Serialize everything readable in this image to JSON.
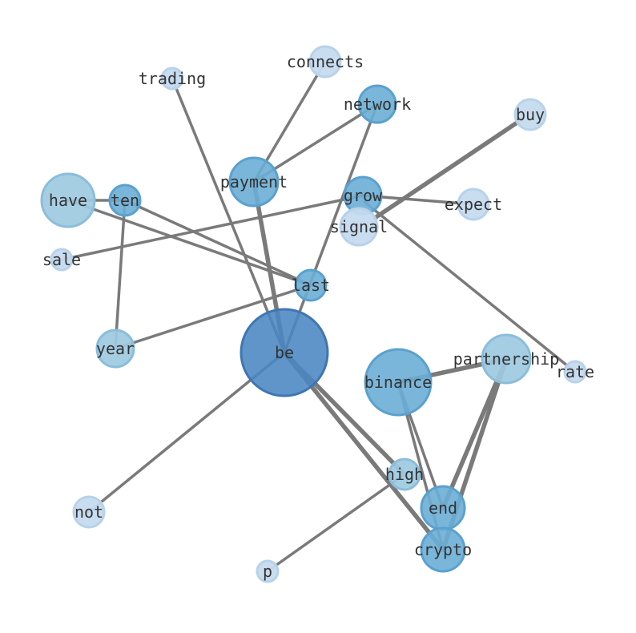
{
  "colors": {
    "edge": "#7a7a7a",
    "label": "#333333",
    "level1": "#c6dbef",
    "level2": "#9ecae1",
    "level3": "#6baed6",
    "level4": "#4a86c2"
  },
  "nodes": [
    {
      "id": "be",
      "label": "be",
      "weight": 4
    },
    {
      "id": "binance",
      "label": "binance",
      "weight": 3
    },
    {
      "id": "payment",
      "label": "payment",
      "weight": 3
    },
    {
      "id": "have",
      "label": "have",
      "weight": 2
    },
    {
      "id": "partnership",
      "label": "partnership",
      "weight": 2
    },
    {
      "id": "end",
      "label": "end",
      "weight": 3
    },
    {
      "id": "crypto",
      "label": "crypto",
      "weight": 3
    },
    {
      "id": "network",
      "label": "network",
      "weight": 3
    },
    {
      "id": "grow",
      "label": "grow",
      "weight": 3
    },
    {
      "id": "signal",
      "label": "signal",
      "weight": 1
    },
    {
      "id": "year",
      "label": "year",
      "weight": 2
    },
    {
      "id": "ten",
      "label": "ten",
      "weight": 3
    },
    {
      "id": "last",
      "label": "last",
      "weight": 3
    },
    {
      "id": "high",
      "label": "high",
      "weight": 2
    },
    {
      "id": "connects",
      "label": "connects",
      "weight": 1
    },
    {
      "id": "buy",
      "label": "buy",
      "weight": 1
    },
    {
      "id": "expect",
      "label": "expect",
      "weight": 1
    },
    {
      "id": "not",
      "label": "not",
      "weight": 1
    },
    {
      "id": "trading",
      "label": "trading",
      "weight": 1
    },
    {
      "id": "sale",
      "label": "sale",
      "weight": 1
    },
    {
      "id": "rate",
      "label": "rate",
      "weight": 1
    },
    {
      "id": "p",
      "label": "p",
      "weight": 1
    }
  ],
  "edges": [
    {
      "source": "be",
      "target": "trading",
      "weight": 1
    },
    {
      "source": "be",
      "target": "payment",
      "weight": 2
    },
    {
      "source": "be",
      "target": "network",
      "weight": 1
    },
    {
      "source": "be",
      "target": "not",
      "weight": 1
    },
    {
      "source": "be",
      "target": "high",
      "weight": 2
    },
    {
      "source": "be",
      "target": "crypto",
      "weight": 2
    },
    {
      "source": "payment",
      "target": "connects",
      "weight": 1
    },
    {
      "source": "payment",
      "target": "network",
      "weight": 1
    },
    {
      "source": "have",
      "target": "ten",
      "weight": 1
    },
    {
      "source": "have",
      "target": "last",
      "weight": 1
    },
    {
      "source": "ten",
      "target": "last",
      "weight": 1
    },
    {
      "source": "ten",
      "target": "year",
      "weight": 1
    },
    {
      "source": "year",
      "target": "last",
      "weight": 1
    },
    {
      "source": "grow",
      "target": "sale",
      "weight": 1
    },
    {
      "source": "grow",
      "target": "expect",
      "weight": 1
    },
    {
      "source": "grow",
      "target": "rate",
      "weight": 1
    },
    {
      "source": "signal",
      "target": "buy",
      "weight": 2
    },
    {
      "source": "binance",
      "target": "partnership",
      "weight": 2
    },
    {
      "source": "binance",
      "target": "end",
      "weight": 1
    },
    {
      "source": "binance",
      "target": "crypto",
      "weight": 1
    },
    {
      "source": "partnership",
      "target": "end",
      "weight": 2
    },
    {
      "source": "partnership",
      "target": "crypto",
      "weight": 2
    },
    {
      "source": "high",
      "target": "p",
      "weight": 1
    }
  ]
}
